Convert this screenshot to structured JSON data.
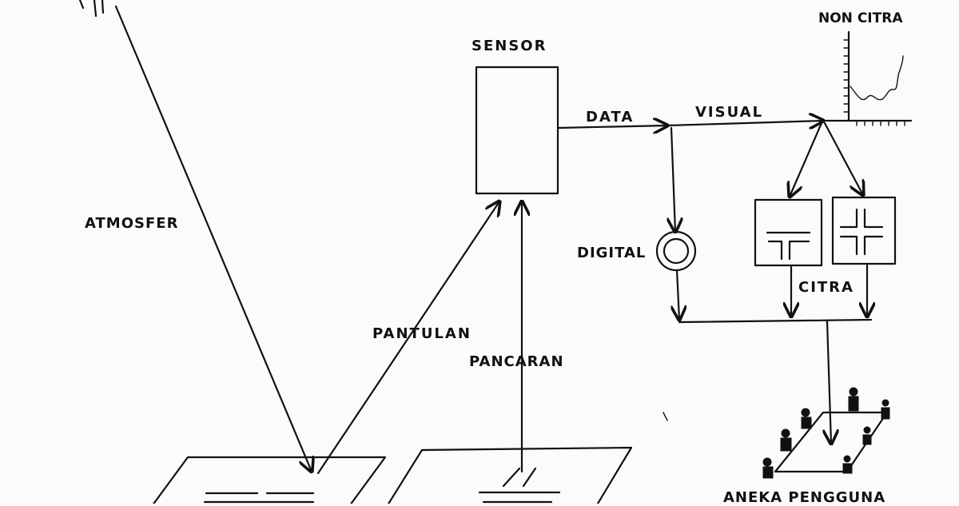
{
  "labels": {
    "sensor": "SENSOR",
    "non_citra": "NON CITRA",
    "data": "DATA",
    "visual": "VISUAL",
    "atmosfer": "ATMOSFER",
    "digital": "DIGITAL",
    "citra": "CITRA",
    "pantulan": "PANTULAN",
    "pancaran": "PANCARAN",
    "aneka_pengguna": "ANEKA  PENGGUNA"
  },
  "colors": {
    "ink": "#111111",
    "paper": "#fbfbf9"
  }
}
